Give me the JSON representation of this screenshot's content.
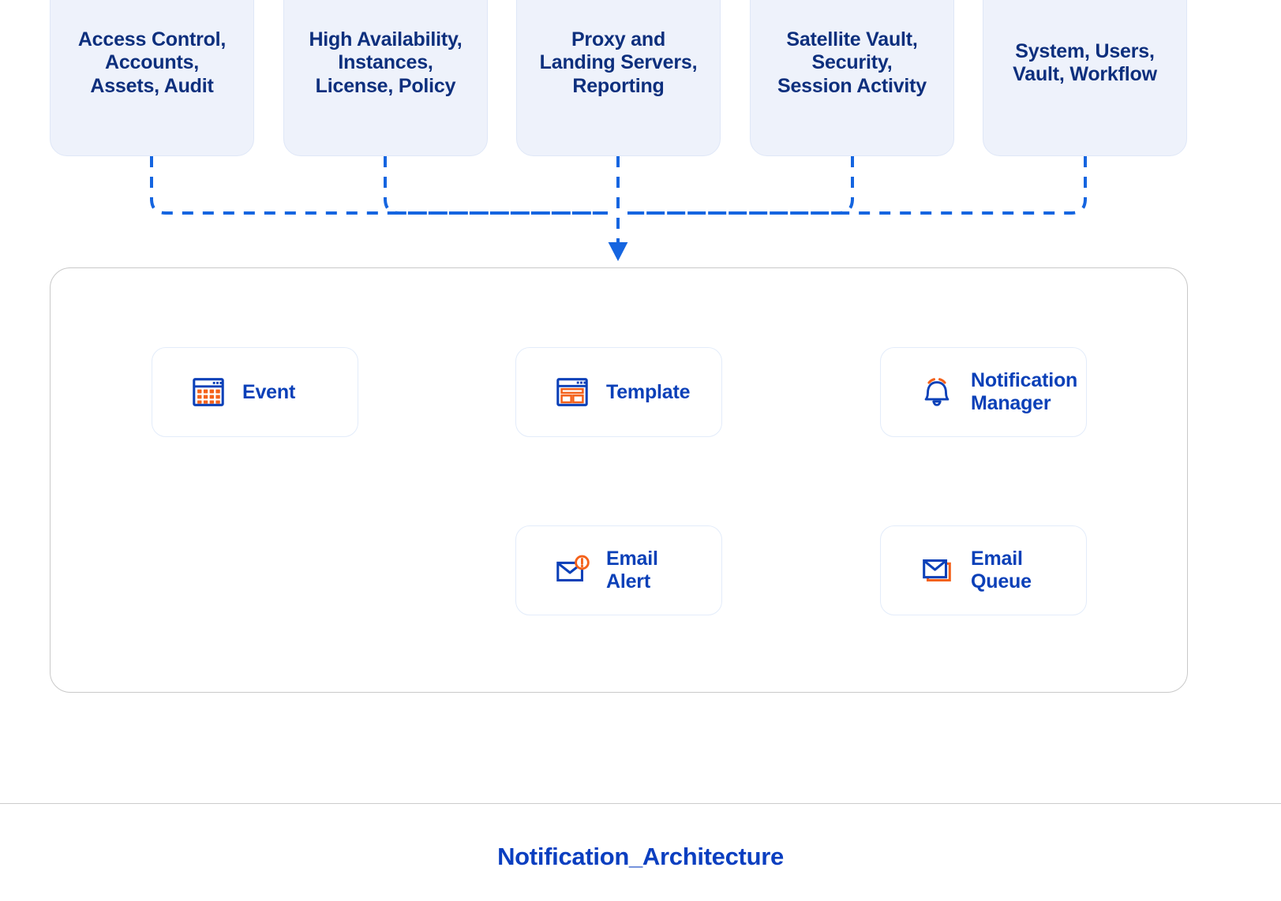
{
  "figure": {
    "caption": "Notification_Architecture",
    "accent_blue": "#0b40b8",
    "line_blue": "#1565e0",
    "icon_orange": "#f4611a",
    "source_box_fill": "#eef2fb",
    "source_text_color": "#0d2f7d",
    "container_border": "#c9c9c9"
  },
  "sources": [
    {
      "label": "Access Control,\nAccounts,\nAssets, Audit"
    },
    {
      "label": "High Availability,\nInstances,\nLicense, Policy"
    },
    {
      "label": "Proxy and\nLanding Servers,\nReporting"
    },
    {
      "label": "Satellite Vault,\nSecurity,\nSession Activity"
    },
    {
      "label": "System, Users,\nVault, Workflow"
    }
  ],
  "nodes": [
    {
      "label": "Event",
      "icon": "calendar-grid-icon"
    },
    {
      "label": "Template",
      "icon": "browser-template-icon"
    },
    {
      "label": "Notification\nManager",
      "icon": "bell-icon"
    },
    {
      "label": "Email\nAlert",
      "icon": "envelope-alert-icon"
    },
    {
      "label": "Email\nQueue",
      "icon": "envelope-stack-icon"
    }
  ],
  "flows": [
    {
      "from": "Event",
      "to": "Template",
      "style": "dashed",
      "direction": "right"
    },
    {
      "from": "Template",
      "to": "Notification Manager",
      "style": "dashed",
      "direction": "right"
    },
    {
      "from": "Email Queue",
      "to": "Email Alert",
      "style": "dashed",
      "direction": "left"
    },
    {
      "from": "Sources bus",
      "to": "Notification container",
      "style": "dashed",
      "direction": "down"
    }
  ]
}
